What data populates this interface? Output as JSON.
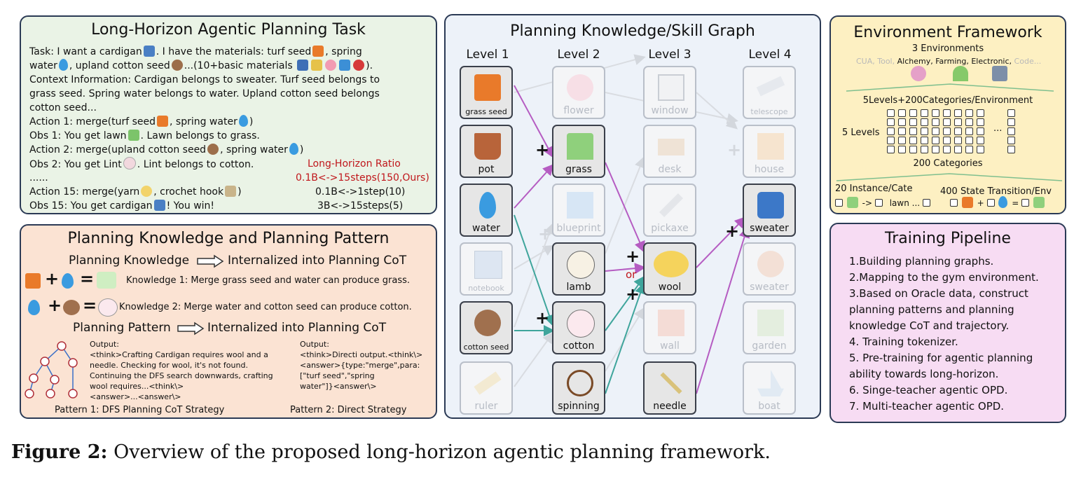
{
  "panel1": {
    "title": "Long-Horizon Agentic Planning Task",
    "task_a": "Task: I want a cardigan",
    "task_b": ". I have the materials: turf seed",
    "task_c": ", spring",
    "task_d": "water",
    "task_e": ", upland cotton seed",
    "task_f": "...(10+basic materials",
    "task_g": ").",
    "context1": "Context Information: Cardigan belongs to sweater. Turf seed belongs to",
    "context2": "grass seed. Spring water belongs to water. Upland cotton seed belongs",
    "context3": "cotton seed...",
    "action1_a": "Action 1: merge(turf seed",
    "action1_b": ", spring water",
    "action1_c": ")",
    "obs1_a": "Obs 1: You get lawn",
    "obs1_b": ". Lawn belongs to grass.",
    "action2_a": "Action 2: merge(upland cotton seed",
    "action2_b": ", spring water",
    "action2_c": ")",
    "obs2_a": "Obs 2: You get Lint",
    "obs2_b": ". Lint belongs to cotton.",
    "dots": "......",
    "action15_a": "Action 15: merge(yarn",
    "action15_b": ", crochet hook",
    "action15_c": ")",
    "obs15_a": "Obs 15: You get cardigan",
    "obs15_b": "! You win!",
    "ratio_title": "Long-Horizon Ratio",
    "ratio1": "0.1B<->15steps(150,Ours)",
    "ratio2": "0.1B<->1step(10)",
    "ratio3": "3B<->15steps(5)"
  },
  "panel2": {
    "title": "Planning Knowledge and Planning Pattern",
    "pk_label": "Planning Knowledge",
    "pk_target": "Internalized into Planning CoT",
    "k1": "Knowledge 1: Merge grass seed and water can produce grass.",
    "k2": "Knowledge 2: Merge water and cotton seed can produce cotton.",
    "pp_label": "Planning Pattern",
    "pp_target": "Internalized into Planning CoT",
    "out1_label": "Output:",
    "out1_l1": "<think>Crafting Cardigan requires wool and a",
    "out1_l2": "needle. Checking for wool, it's not found.",
    "out1_l3": "Continuing the DFS search downwards, crafting",
    "out1_l4": "wool requires...<think\\>",
    "out1_l5": "<answer>...<answer\\>",
    "out2_label": "Output:",
    "out2_l1": "<think>Directi output.<think\\>",
    "out2_l2": "<answer>{type:\"merge\",para:",
    "out2_l3": "[\"turf seed\",\"spring",
    "out2_l4": "water\"]}<answer\\>",
    "pattern1": "Pattern 1: DFS Planning CoT Strategy",
    "pattern2": "Pattern 2: Direct Strategy"
  },
  "panel3": {
    "title": "Planning Knowledge/Skill Graph",
    "levels": [
      "Level 1",
      "Level 2",
      "Level 3",
      "Level 4"
    ],
    "col1": [
      "grass seed",
      "pot",
      "water",
      "notebook",
      "cotton seed",
      "ruler"
    ],
    "col2": [
      "flower",
      "grass",
      "blueprint",
      "lamb",
      "cotton",
      "spinning"
    ],
    "col3": [
      "window",
      "desk",
      "pickaxe",
      "wool",
      "wall",
      "needle"
    ],
    "col4": [
      "telescope",
      "house",
      "sweater",
      "sweater",
      "garden",
      "boat"
    ],
    "or_label": "or",
    "colors": {
      "purple": "#b55cc2",
      "teal": "#3fa59c",
      "gray": "#d9dce1"
    }
  },
  "panel4": {
    "title": "Environment Framework",
    "sub": "3 Environments",
    "envs_faded_a": "CUA, Tool,",
    "envs_main": "Alchemy, Farming, Electronic,",
    "envs_faded_b": "Code...",
    "levels_cats": "5Levels+200Categories/Environment",
    "five_levels": "5 Levels",
    "ellipsis": "...",
    "two_hundred": "200 Categories",
    "instances": "20 Instance/Cate",
    "arrow_lawn": "->",
    "lawn": "lawn ...",
    "transitions": "400 State Transition/Env",
    "plus": "+",
    "eq": "="
  },
  "panel5": {
    "title": "Training Pipeline",
    "lines": [
      "1.Building planning graphs.",
      "2.Mapping to the gym environment.",
      "3.Based on Oracle data, construct",
      "planning patterns and planning",
      "knowledge CoT and trajectory.",
      "4. Training tokenizer.",
      "5. Pre-training for agentic planning",
      "ability towards long-horizon.",
      "6. Singe-teacher agentic OPD.",
      "7. Multi-teacher agentic OPD."
    ]
  },
  "caption": {
    "label": "Figure 2:",
    "text": "Overview of the proposed long-horizon agentic planning framework."
  }
}
